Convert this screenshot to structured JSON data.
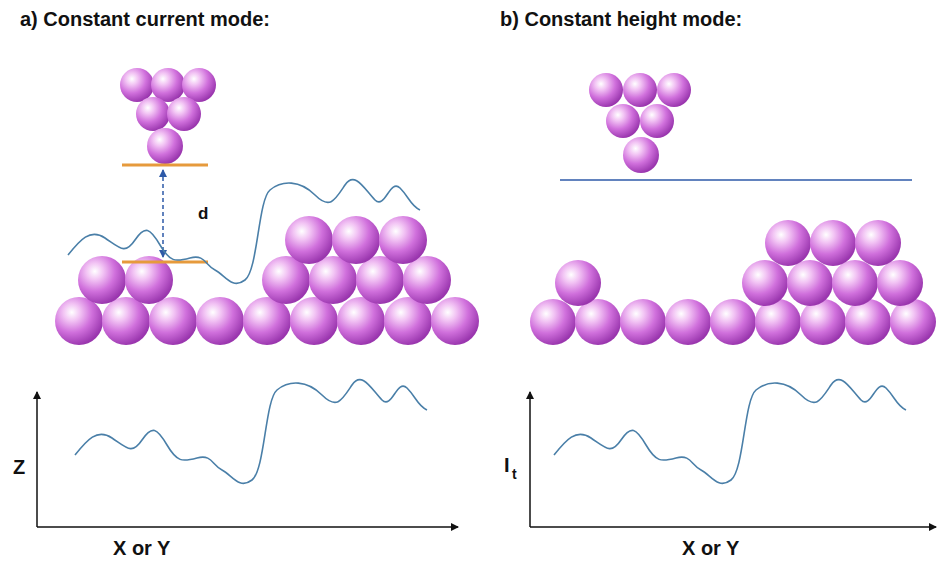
{
  "diagram": {
    "labels": [
      "a) Constant current mode:",
      "b) Constant height mode:",
      "d",
      "Z",
      "X or Y",
      "I",
      "t",
      "X or Y"
    ]
  }
}
